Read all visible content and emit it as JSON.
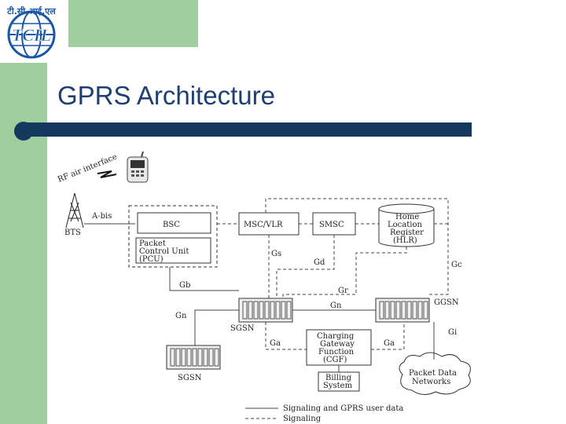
{
  "logo": {
    "hindi": "टी.सी.आई.एल",
    "abbr": "TCIL"
  },
  "slide": {
    "title": "GPRS Architecture"
  },
  "diagram": {
    "rf_air_interface": "RF air interface",
    "bts": "BTS",
    "abis": "A-bis",
    "bsc": "BSC",
    "pcu": [
      "Packet",
      "Control Unit",
      "(PCU)"
    ],
    "msc_vlr": "MSC/VLR",
    "smsc": "SMSC",
    "hlr": [
      "Home",
      "Location",
      "Register",
      "(HLR)"
    ],
    "gs": "Gs",
    "gd": "Gd",
    "gr": "Gr",
    "gc": "Gc",
    "gb": "Gb",
    "gn_main": "Gn",
    "gn_left": "Gn",
    "sgsn_main": "SGSN",
    "ggsn": "GGSN",
    "sgsn_lower": "SGSN",
    "ga_left": "Ga",
    "ga_right": "Ga",
    "gi": "Gi",
    "cgf": [
      "Charging",
      "Gateway",
      "Function",
      "(CGF)"
    ],
    "billing": [
      "Billing",
      "System"
    ],
    "pdn": [
      "Packet Data",
      "Networks"
    ],
    "legend_solid": "Signaling and GPRS user data",
    "legend_dashed": "Signaling"
  }
}
